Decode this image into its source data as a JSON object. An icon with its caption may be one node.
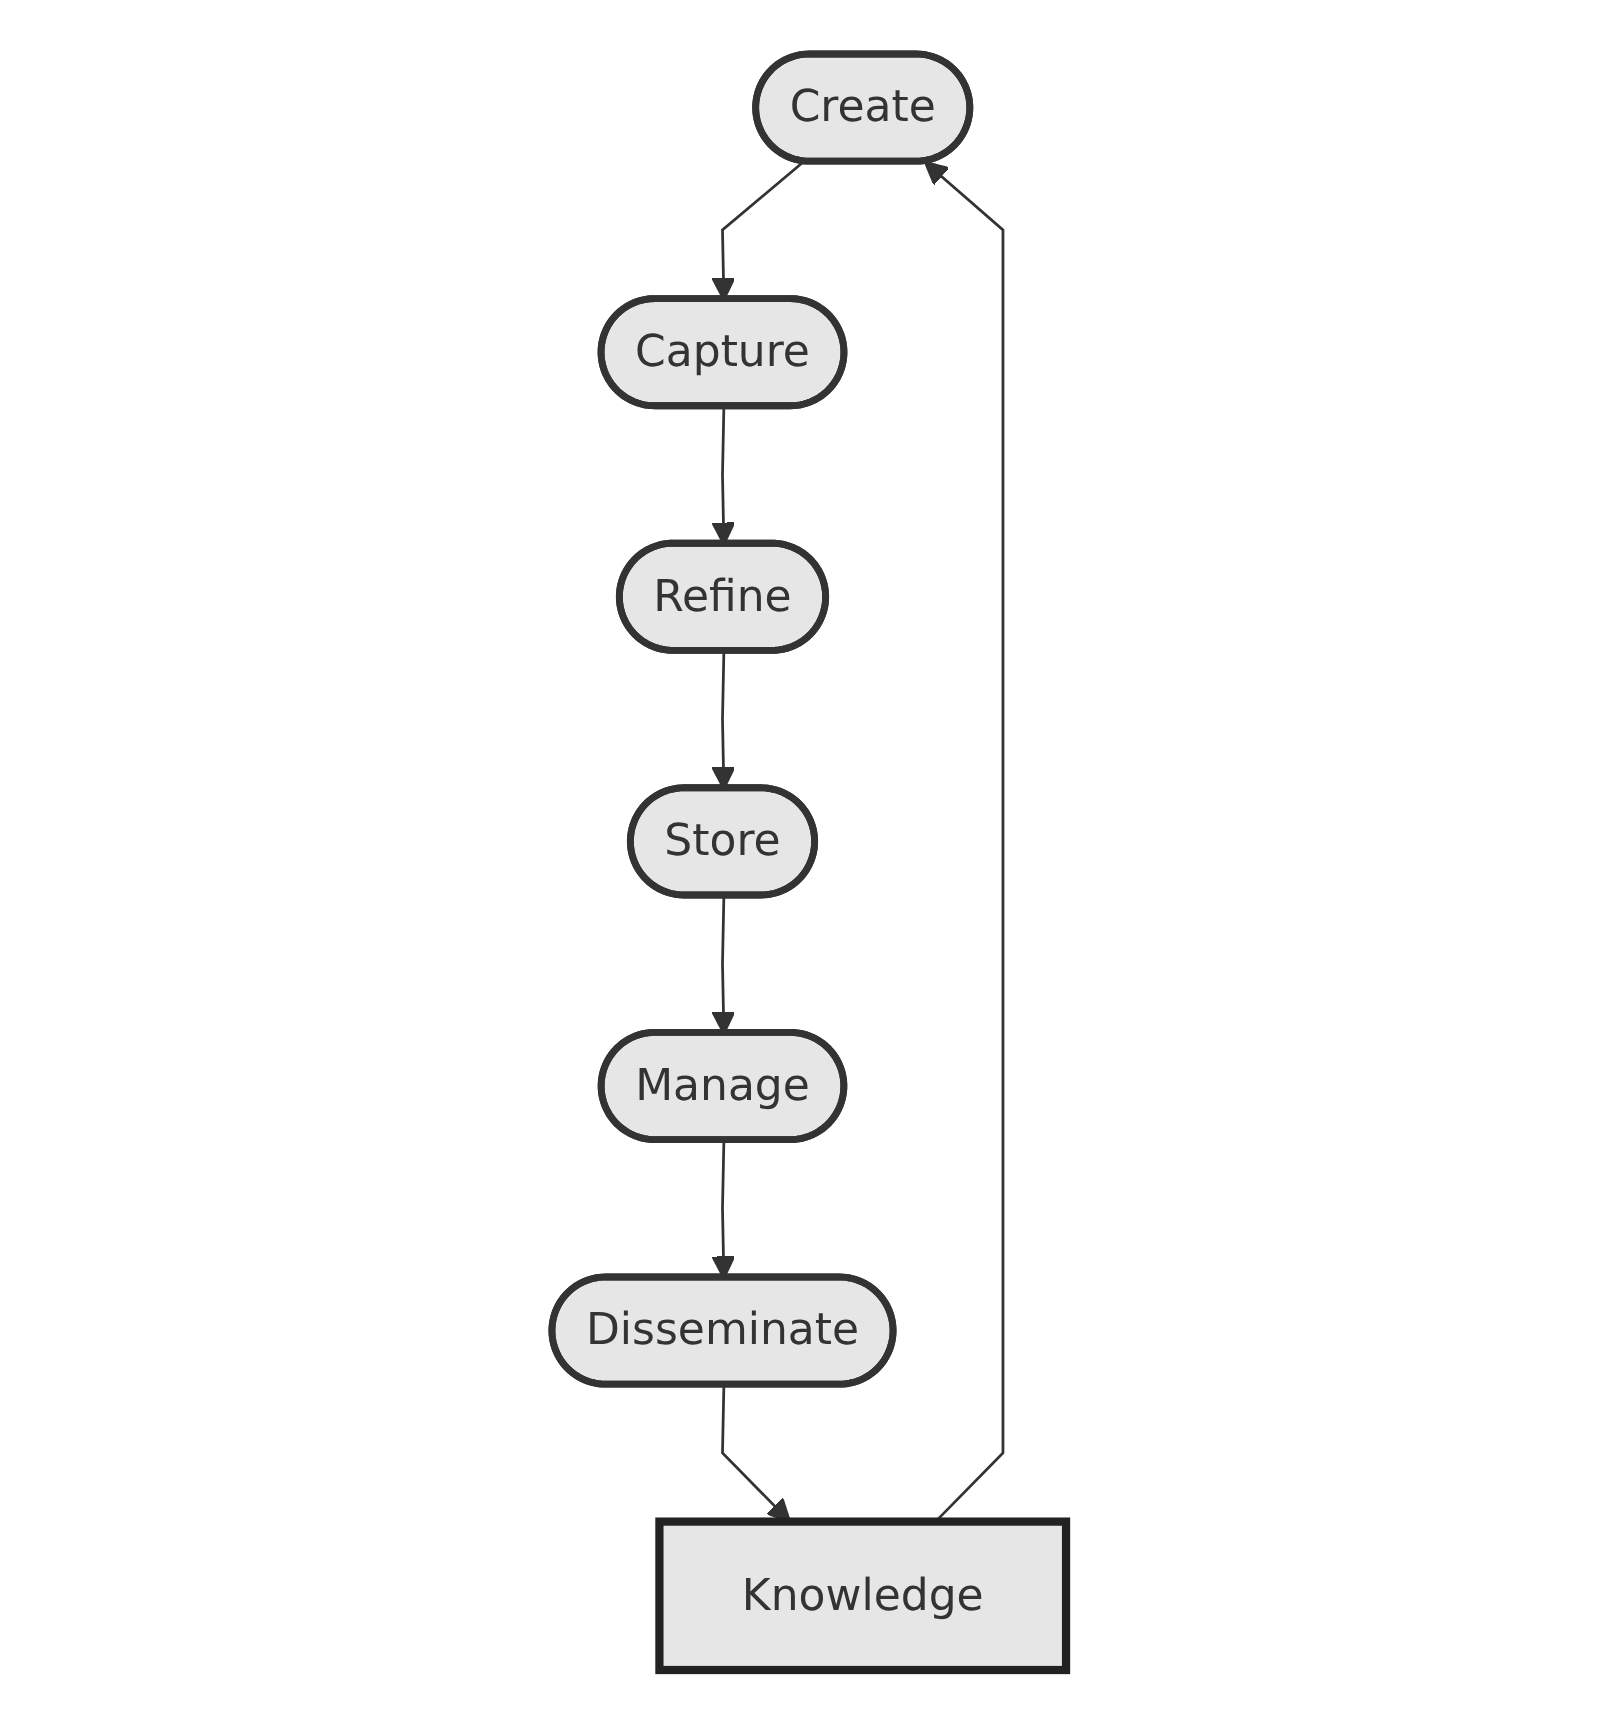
{
  "diagram": {
    "nodes": [
      {
        "text": [
          "Create"
        ]
      },
      {
        "text": [
          "Capture"
        ]
      },
      {
        "text": [
          "Knowledge"
        ]
      },
      {
        "text": [
          "Refine"
        ]
      },
      {
        "text": [
          "Disseminate"
        ]
      },
      {
        "text": [
          "Store"
        ]
      },
      {
        "text": [
          "Manage"
        ]
      }
    ],
    "edges": [
      {
        "from": 0,
        "to": 1,
        "arrow": "to"
      },
      {
        "from": 1,
        "to": 3,
        "arrow": "to"
      },
      {
        "from": 3,
        "to": 5,
        "arrow": "to"
      },
      {
        "from": 5,
        "to": 6,
        "arrow": "to"
      },
      {
        "from": 6,
        "to": 4,
        "arrow": "to"
      },
      {
        "from": 4,
        "to": 2,
        "arrow": "to"
      },
      {
        "from": 2,
        "to": 0,
        "arrow": "to"
      }
    ]
  }
}
